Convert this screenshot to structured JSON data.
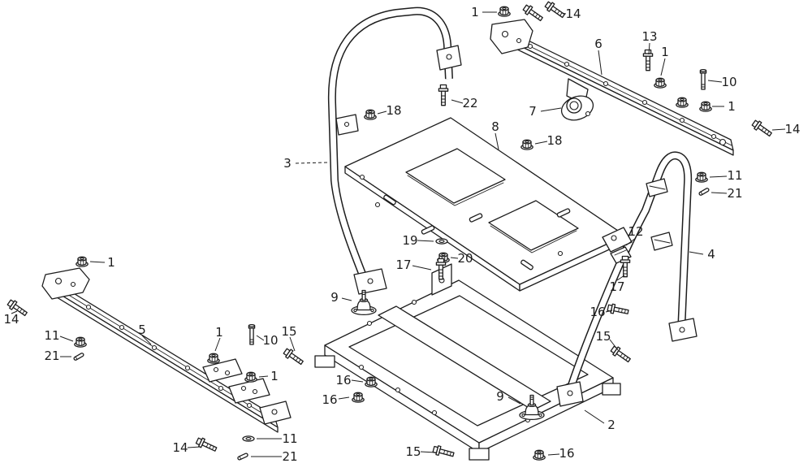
{
  "page": {
    "background": "#ffffff",
    "ink": "#1d1d1d"
  },
  "diagram": {
    "kind": "exploded-parts-diagram",
    "callouts": [
      {
        "label": "1"
      },
      {
        "label": "14"
      },
      {
        "label": "6"
      },
      {
        "label": "13"
      },
      {
        "label": "1"
      },
      {
        "label": "10"
      },
      {
        "label": "1"
      },
      {
        "label": "7"
      },
      {
        "label": "14"
      },
      {
        "label": "11"
      },
      {
        "label": "21"
      },
      {
        "label": "22"
      },
      {
        "label": "18"
      },
      {
        "label": "18"
      },
      {
        "label": "3"
      },
      {
        "label": "8"
      },
      {
        "label": "19"
      },
      {
        "label": "20"
      },
      {
        "label": "17"
      },
      {
        "label": "12"
      },
      {
        "label": "17"
      },
      {
        "label": "4"
      },
      {
        "label": "16"
      },
      {
        "label": "15"
      },
      {
        "label": "9"
      },
      {
        "label": "16"
      },
      {
        "label": "16"
      },
      {
        "label": "9"
      },
      {
        "label": "2"
      },
      {
        "label": "15"
      },
      {
        "label": "16"
      },
      {
        "label": "1"
      },
      {
        "label": "5"
      },
      {
        "label": "14"
      },
      {
        "label": "11"
      },
      {
        "label": "21"
      },
      {
        "label": "1"
      },
      {
        "label": "10"
      },
      {
        "label": "15"
      },
      {
        "label": "1"
      },
      {
        "label": "11"
      },
      {
        "label": "21"
      },
      {
        "label": "14"
      }
    ]
  }
}
